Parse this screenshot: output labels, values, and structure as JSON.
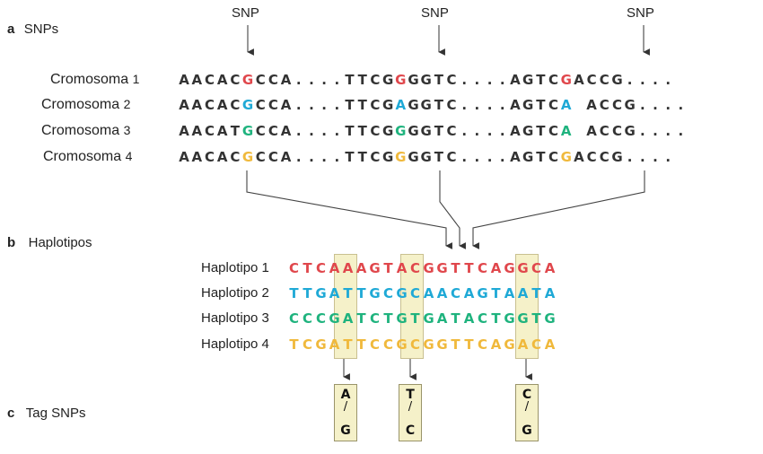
{
  "colors": {
    "dark": "#333333",
    "red": "#e0474c",
    "blue": "#1fa9d6",
    "green": "#1fb37e",
    "yellow": "#f0b93c",
    "highlight": "#f5f1c9"
  },
  "section_a": {
    "letter": "a",
    "title": "SNPs"
  },
  "section_b": {
    "letter": "b",
    "title": "Haplotipos"
  },
  "section_c": {
    "letter": "c",
    "title": "Tag SNPs"
  },
  "snp_labels": [
    "SNP",
    "SNP",
    "SNP"
  ],
  "chromosomes": [
    {
      "name": "Cromosoma",
      "num": "1",
      "seq": "AACACGCCA....TTCGGGGTC....AGTCGACCG....",
      "snp_color": "red"
    },
    {
      "name": "Cromosoma",
      "num": "2",
      "seq": "AACACGCCA....TTCGAGGTC....AGTCA ACCG....",
      "snp_color": "blue"
    },
    {
      "name": "Cromosoma",
      "num": "3",
      "seq": "AACATGCCA....TTCGGGGTC....AGTCA ACCG....",
      "snp_color": "green"
    },
    {
      "name": "Cromosoma",
      "num": "4",
      "seq": "AACACGCCA....TTCGGGGTC....AGTCGACCG....",
      "snp_color": "yellow"
    }
  ],
  "haplotypes": [
    {
      "label": "Haplotipo 1",
      "seq": "CTCAAAGTACGGTTCAGGCA",
      "color": "red"
    },
    {
      "label": "Haplotipo 2",
      "seq": "TTGATTGCGCAACAGTAATA",
      "color": "blue"
    },
    {
      "label": "Haplotipo 3",
      "seq": "CCCGATCTGTGATACTGGTG",
      "color": "green"
    },
    {
      "label": "Haplotipo 4",
      "seq": "TCGATTCCGCGGTTCAGACA",
      "color": "yellow"
    }
  ],
  "tag_snps": [
    {
      "top": "A",
      "sep": "/",
      "bottom": "G"
    },
    {
      "top": "T",
      "sep": "/",
      "bottom": "C"
    },
    {
      "top": "C",
      "sep": "/",
      "bottom": "G"
    }
  ]
}
